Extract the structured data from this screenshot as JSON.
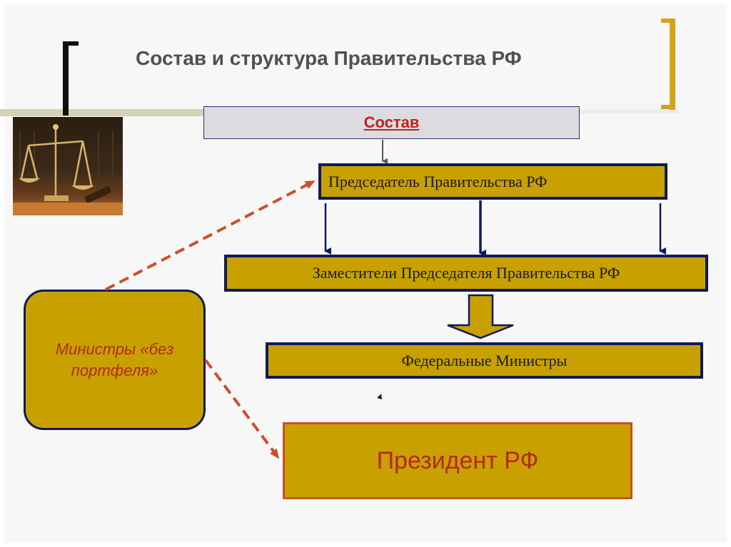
{
  "title": "Состав и структура Правительства РФ",
  "header_box": {
    "label": "Состав"
  },
  "nodes": {
    "chairman": "Председатель Правительства РФ",
    "deputies": "Заместители Председателя Правительства РФ",
    "ministers": "Федеральные Министры",
    "ministers_no_portfolio": "Министры «без портфеля»",
    "president": "Президент РФ"
  },
  "image": {
    "name": "scales-of-justice-photo"
  },
  "colors": {
    "gold": "#c8a000",
    "navy": "#101a58",
    "dashed_arrow": "#c8502a",
    "header_text": "#c02020",
    "header_bg": "#dcdce0",
    "title_text": "#505050"
  }
}
